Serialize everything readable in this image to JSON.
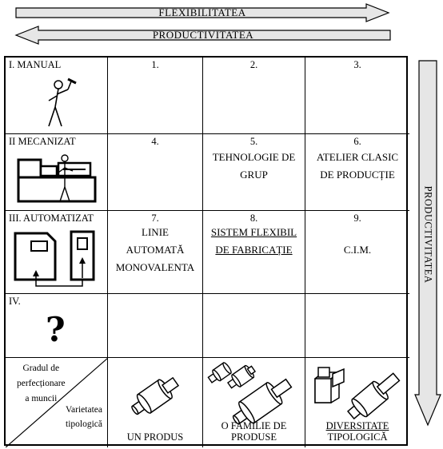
{
  "arrows": {
    "top": "FLEXIBILITATEA",
    "second": "PRODUCTIVITATEA",
    "side": "PRODUCTIVITATEA"
  },
  "rows": [
    {
      "title": "I. MANUAL",
      "cells": [
        {
          "num": "1.",
          "lines": []
        },
        {
          "num": "2.",
          "lines": []
        },
        {
          "num": "3.",
          "lines": []
        }
      ]
    },
    {
      "title": "II MECANIZAT",
      "cells": [
        {
          "num": "4.",
          "lines": []
        },
        {
          "num": "5.",
          "lines": [
            "TEHNOLOGIE DE",
            "GRUP"
          ]
        },
        {
          "num": "6.",
          "lines": [
            "ATELIER CLASIC",
            "DE PRODUCȚIE"
          ]
        }
      ]
    },
    {
      "title": "III. AUTOMATIZAT",
      "cells": [
        {
          "num": "7.",
          "lines": [
            "LINIE",
            "AUTOMATĂ",
            "MONOVALENTA"
          ]
        },
        {
          "num": "8.",
          "lines": [
            "SISTEM FLEXIBIL",
            "DE FABRICAȚIE"
          ]
        },
        {
          "num": "9.",
          "lines": [
            "C.I.M."
          ]
        }
      ]
    },
    {
      "title": "IV.",
      "symbol": "?",
      "cells": [
        {
          "num": "",
          "lines": []
        },
        {
          "num": "",
          "lines": []
        },
        {
          "num": "",
          "lines": []
        }
      ]
    }
  ],
  "corner": {
    "top_lines": [
      "Gradul de",
      "perfecționare",
      "a muncii"
    ],
    "bottom_lines": [
      "Varietatea",
      "tipologică"
    ]
  },
  "bottom": [
    {
      "lines": [
        "UN PRODUS"
      ]
    },
    {
      "lines": [
        "O FAMILIE DE",
        "PRODUSE"
      ]
    },
    {
      "lines": [
        "DIVERSITATE",
        "TIPOLOGICĂ"
      ]
    }
  ]
}
